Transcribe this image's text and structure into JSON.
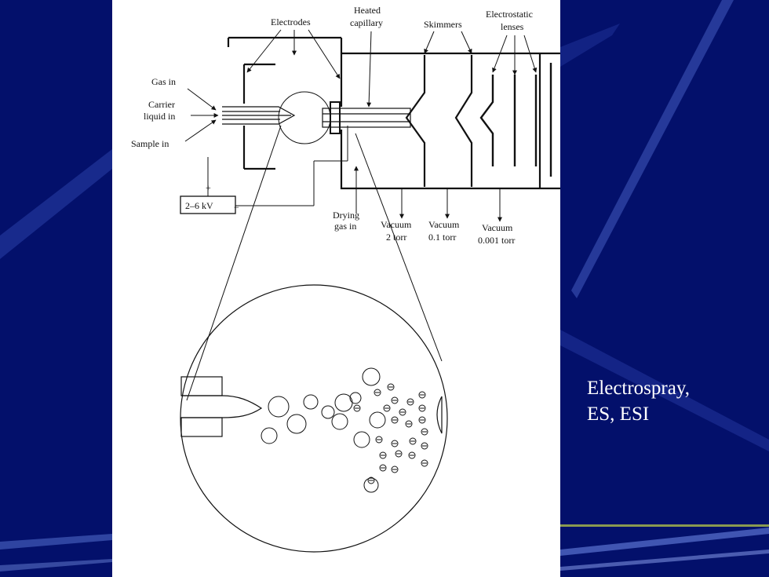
{
  "colors": {
    "background": "#03106b",
    "panel": "#ffffff",
    "ink": "#111111",
    "caption_text": "#ffffff"
  },
  "diagram": {
    "labels": {
      "electrodes": "Electrodes",
      "heated_line1": "Heated",
      "heated_line2": "capillary",
      "skimmers": "Skimmers",
      "lenses_line1": "Electrostatic",
      "lenses_line2": "lenses",
      "gas_in": "Gas in",
      "carrier_line1": "Carrier",
      "carrier_line2": "liquid in",
      "sample_in": "Sample in",
      "plus": "+",
      "minus": "−",
      "voltage": "2–6 kV",
      "drying_line1": "Drying",
      "drying_line2": "gas in",
      "vac1_line1": "Vacuum",
      "vac1_line2": "2 torr",
      "vac2_line1": "Vacuum",
      "vac2_line2": "0.1 torr",
      "vac3_line1": "Vacuum",
      "vac3_line2": "0.001 torr"
    }
  },
  "caption": {
    "line1": "Electrospray,",
    "line2": "ES, ESI"
  }
}
